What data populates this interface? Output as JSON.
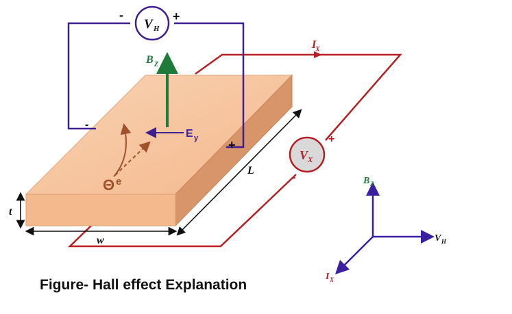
{
  "caption": "Figure- Hall effect Explanation",
  "labels": {
    "vh_meter": "V",
    "vh_meter_sub": "H",
    "vx_meter": "V",
    "vx_meter_sub": "X",
    "bz_top": "B",
    "bz_top_sub": "Z",
    "ix_top": "I",
    "ix_top_sub": "X",
    "ey": "E",
    "ey_sub": "y",
    "electron_symbol": "Θ",
    "electron": "e",
    "length": "L",
    "width": "w",
    "thickness": "t",
    "plus": "+",
    "minus": "-",
    "axis_bz": "B",
    "axis_bz_sub": "Z",
    "axis_vh": "V",
    "axis_vh_sub": "H",
    "axis_ix": "I",
    "axis_ix_sub": "X"
  },
  "colors": {
    "slab_top": "#f7c6a0",
    "slab_front": "#f5b98e",
    "slab_side": "#d9956a",
    "hall_circuit": "#3d1f8f",
    "current_circuit": "#b41f24",
    "bfield": "#1e7b3a",
    "electron": "#a0522d",
    "axes": "#3a1fa0"
  }
}
